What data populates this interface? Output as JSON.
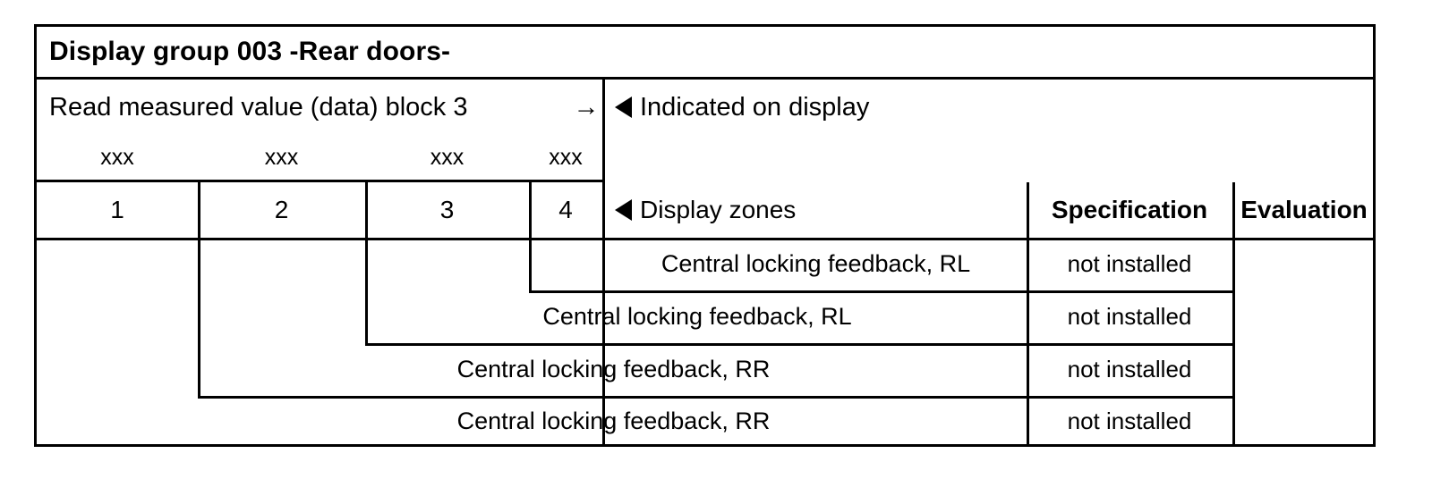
{
  "document": {
    "title": "Display group 003 -Rear doors-",
    "read_label": "Read measured value (data) block 3",
    "arrow": "→",
    "indicated_label": "Indicated on display",
    "display_zones_label": "Display zones",
    "specification_header": "Specification",
    "evaluation_header": "Evaluation",
    "field_placeholders": [
      "xxx",
      "xxx",
      "xxx",
      "xxx"
    ],
    "field_numbers": [
      "1",
      "2",
      "3",
      "4"
    ],
    "marker_icon": "left-triangle-marker",
    "rows": [
      {
        "zone": "Central locking feedback, RL",
        "specification": "not installed",
        "evaluation": ""
      },
      {
        "zone": "Central locking feedback, RL",
        "specification": "not installed",
        "evaluation": ""
      },
      {
        "zone": "Central locking feedback, RR",
        "specification": "not installed",
        "evaluation": ""
      },
      {
        "zone": "Central locking feedback, RR",
        "specification": "not installed",
        "evaluation": ""
      }
    ],
    "colors": {
      "ink": "#000000",
      "paper": "#ffffff"
    }
  }
}
